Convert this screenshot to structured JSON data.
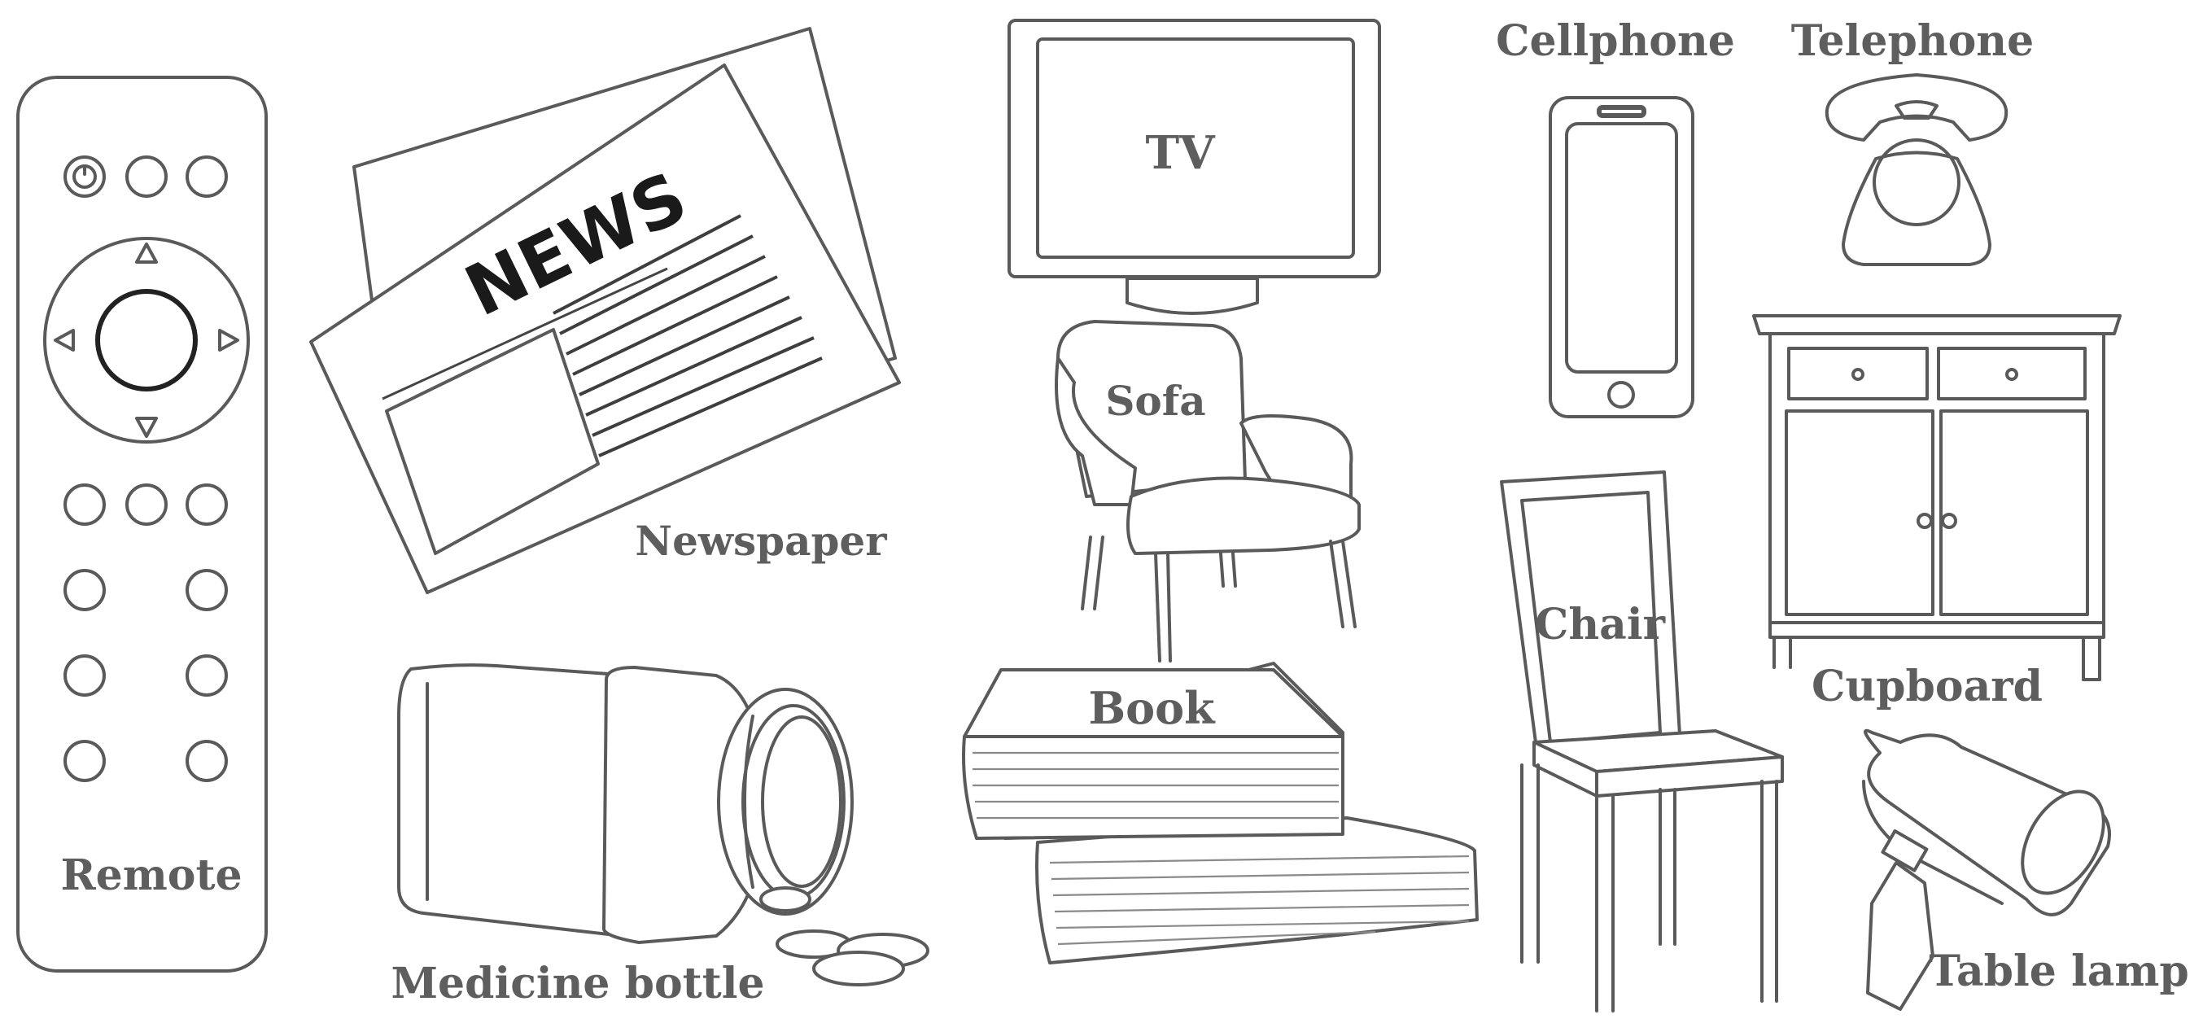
{
  "items": {
    "remote": "Remote",
    "newspaper": "Newspaper",
    "newspaper_headline": "NEWS",
    "tv": "TV",
    "sofa": "Sofa",
    "book": "Book",
    "medicine_bottle": "Medicine bottle",
    "cellphone": "Cellphone",
    "telephone": "Telephone",
    "chair": "Chair",
    "cupboard": "Cupboard",
    "table_lamp": "Table lamp"
  },
  "colors": {
    "line": "#5a5a5a",
    "label": "#5e5e5e",
    "background": "#ffffff"
  }
}
